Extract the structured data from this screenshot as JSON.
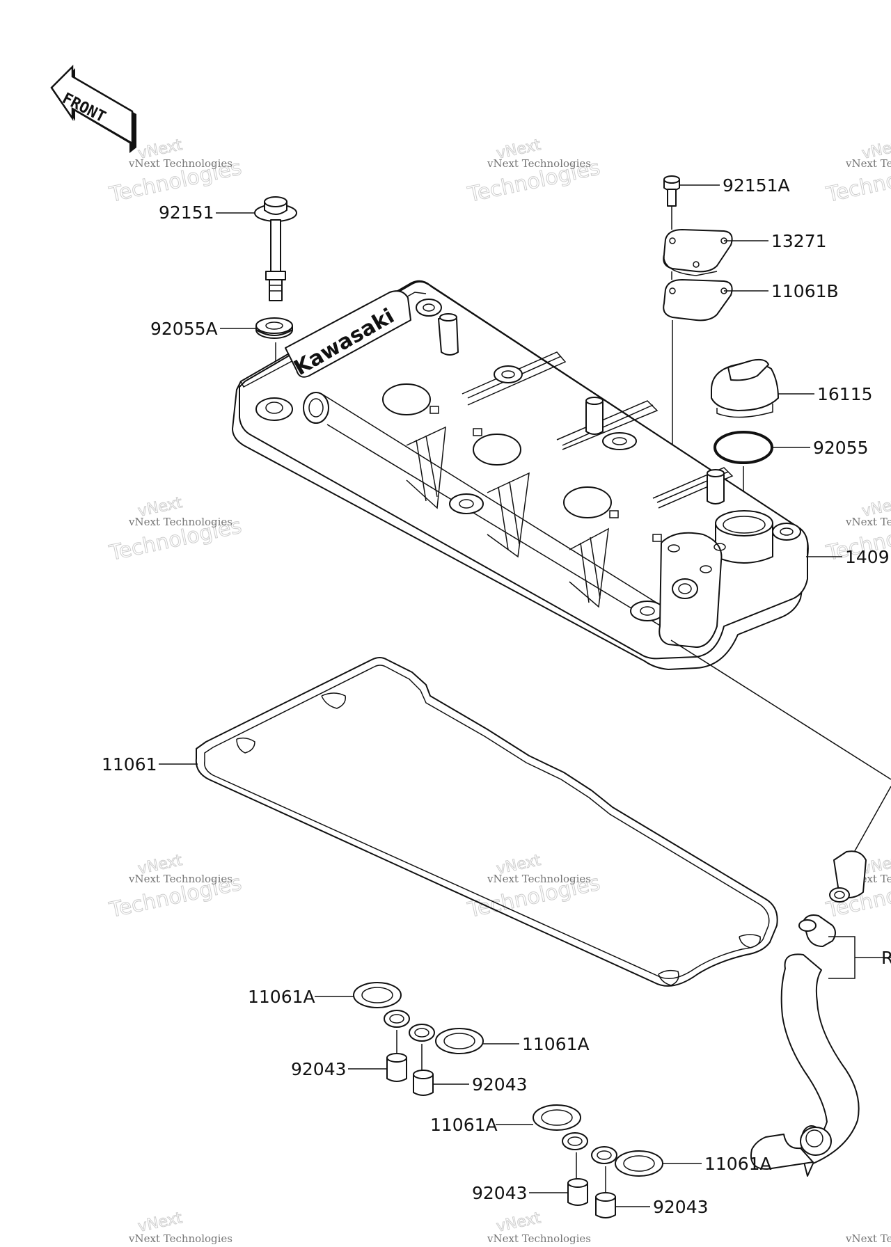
{
  "diagram": {
    "front_label": "FRONT",
    "brand_text": "Kawasaki",
    "watermark": {
      "line1": "vNext Technologies",
      "line2": "vNext",
      "line3": "Technologies"
    },
    "callouts": [
      {
        "id": "92151",
        "text": "92151"
      },
      {
        "id": "92055A",
        "text": "92055A"
      },
      {
        "id": "92151A",
        "text": "92151A"
      },
      {
        "id": "13271",
        "text": "13271"
      },
      {
        "id": "11061B",
        "text": "11061B"
      },
      {
        "id": "16115",
        "text": "16115"
      },
      {
        "id": "92055",
        "text": "92055"
      },
      {
        "id": "1409",
        "text": "1409"
      },
      {
        "id": "11061",
        "text": "11061"
      },
      {
        "id": "11061A-1",
        "text": "11061A"
      },
      {
        "id": "92043-1",
        "text": "92043"
      },
      {
        "id": "11061A-2",
        "text": "11061A"
      },
      {
        "id": "92043-2",
        "text": "92043"
      },
      {
        "id": "11061A-3",
        "text": "11061A"
      },
      {
        "id": "92043-3",
        "text": "92043"
      },
      {
        "id": "11061A-4",
        "text": "11061A"
      },
      {
        "id": "92043-4",
        "text": "92043"
      },
      {
        "id": "R",
        "text": "R"
      }
    ]
  }
}
